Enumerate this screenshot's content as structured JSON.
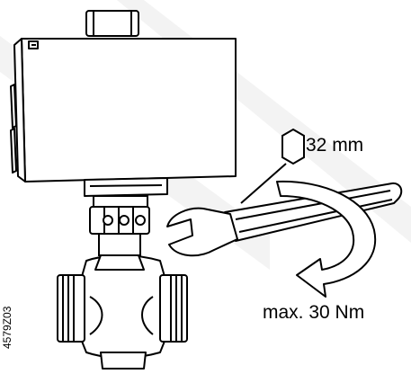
{
  "figure": {
    "wrench_size_label": "32 mm",
    "torque_label": "max. 30 Nm",
    "figure_code": "4579Z03"
  },
  "icons": {
    "hexagon": "hexagon-icon",
    "rotation_arrow": "curved-arrow-icon"
  },
  "colors": {
    "line": "#000000",
    "fill": "#ffffff",
    "watermark": "#f2f2f2"
  }
}
